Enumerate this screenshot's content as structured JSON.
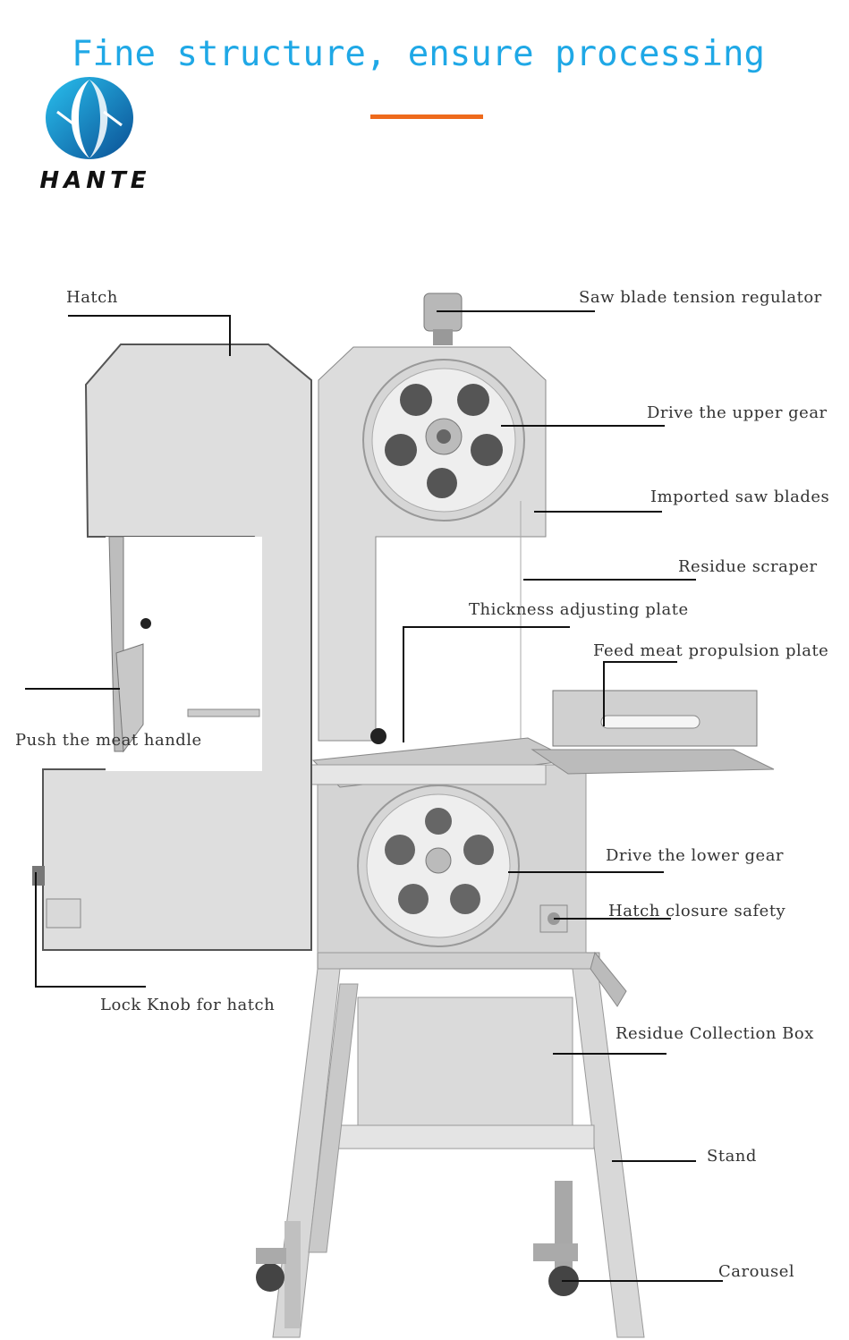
{
  "header": {
    "title": "Fine structure, ensure processing",
    "accent_color": "#ee6a1c",
    "title_color": "#1fa8e6"
  },
  "brand": {
    "name": "HANTE",
    "logo_icon": "hante-swirl-logo"
  },
  "labels": {
    "hatch": "Hatch",
    "tension": "Saw blade tension regulator",
    "upper_gear": "Drive the upper gear",
    "saw_blades": "Imported saw blades",
    "scraper": "Residue scraper",
    "thickness": "Thickness adjusting plate",
    "propulsion": "Feed meat propulsion plate",
    "push_handle": "Push the meat handle",
    "lower_gear": "Drive the lower gear",
    "hatch_safety": "Hatch closure safety",
    "lock_knob": "Lock Knob for hatch",
    "residue_box": "Residue Collection Box",
    "stand": "Stand",
    "carousel": "Carousel"
  }
}
